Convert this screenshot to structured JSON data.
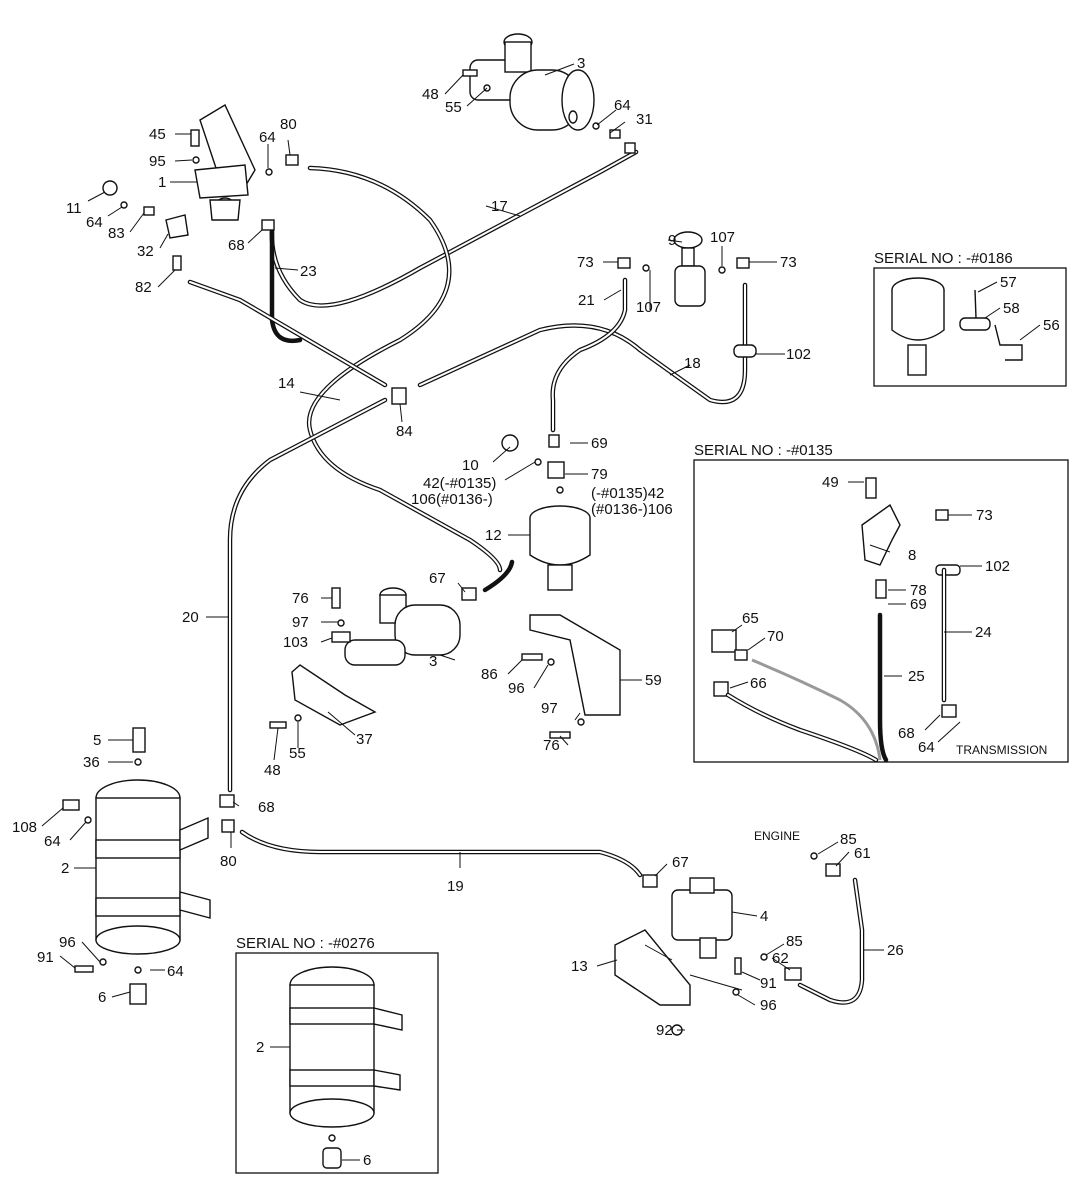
{
  "labels": {
    "l1": "1",
    "l2a": "2",
    "l2b": "2",
    "l3a": "3",
    "l3b": "3",
    "l4": "4",
    "l5": "5",
    "l6a": "6",
    "l6b": "6",
    "l8": "8",
    "l9": "9",
    "l10": "10",
    "l11": "11",
    "l12": "12",
    "l13": "13",
    "l14": "14",
    "l17": "17",
    "l18": "18",
    "l19": "19",
    "l20": "20",
    "l21": "21",
    "l23": "23",
    "l24": "24",
    "l25": "25",
    "l26": "26",
    "l31": "31",
    "l32": "32",
    "l36": "36",
    "l37": "37",
    "l42a": "42(-#0135)",
    "l106a": "106(#0136-)",
    "l42b": "(-#0135)42",
    "l106b": "(#0136-)106",
    "l45": "45",
    "l48a": "48",
    "l48b": "48",
    "l49": "49",
    "l55a": "55",
    "l55b": "55",
    "l56": "56",
    "l57": "57",
    "l58": "58",
    "l59": "59",
    "l61": "61",
    "l62": "62",
    "l64a": "64",
    "l64b": "64",
    "l64c": "64",
    "l64d": "64",
    "l64e": "64",
    "l64f": "64",
    "l65": "65",
    "l66": "66",
    "l67a": "67",
    "l67b": "67",
    "l68a": "68",
    "l68b": "68",
    "l68c": "68",
    "l69a": "69",
    "l69b": "69",
    "l70": "70",
    "l73a": "73",
    "l73b": "73",
    "l73c": "73",
    "l76a": "76",
    "l76b": "76",
    "l78": "78",
    "l79": "79",
    "l80a": "80",
    "l80b": "80",
    "l82": "82",
    "l83": "83",
    "l84": "84",
    "l85a": "85",
    "l85b": "85",
    "l86": "86",
    "l91a": "91",
    "l91b": "91",
    "l92": "92",
    "l95": "95",
    "l96a": "96",
    "l96b": "96",
    "l96c": "96",
    "l97a": "97",
    "l97b": "97",
    "l102a": "102",
    "l102b": "102",
    "l103": "103",
    "l107a": "107",
    "l107b": "107",
    "l108": "108"
  },
  "insets": {
    "serial_0186": "SERIAL NO : -#0186",
    "serial_0135": "SERIAL NO : -#0135",
    "serial_0276": "SERIAL NO : -#0276"
  },
  "notes": {
    "transmission": "TRANSMISSION",
    "engine": "ENGINE"
  }
}
